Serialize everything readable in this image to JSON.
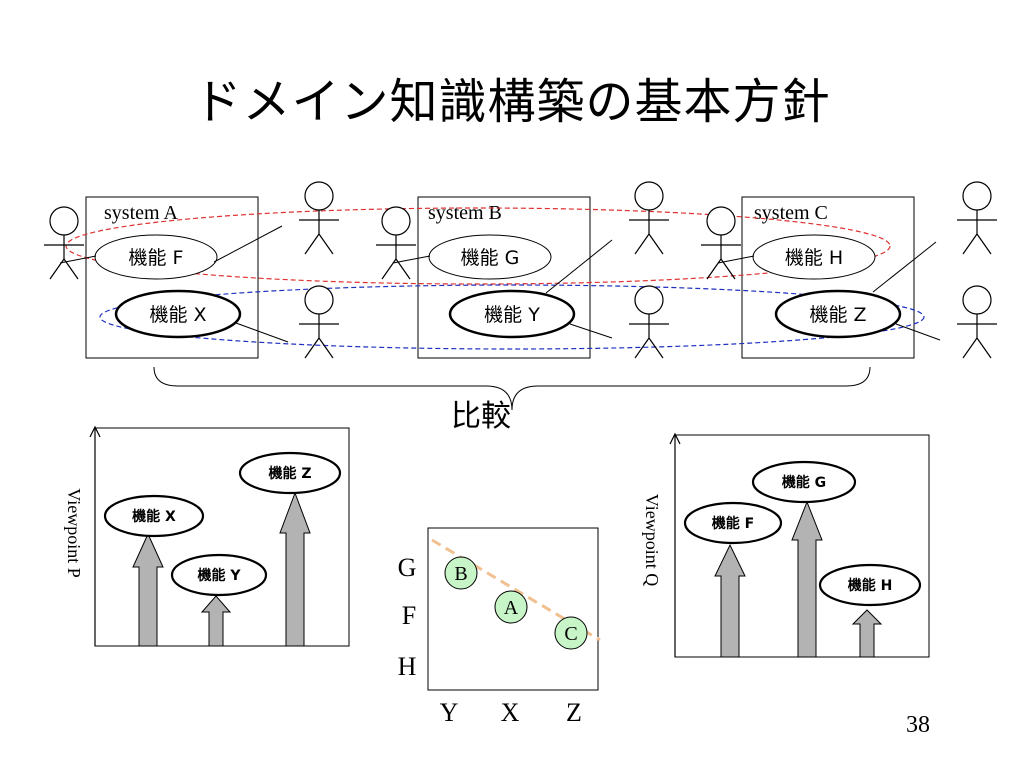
{
  "slide": {
    "title": "ドメイン知識構築の基本方針",
    "page_number": "38",
    "compare_label": "比較"
  },
  "systems": [
    {
      "label": "system A"
    },
    {
      "label": "system B"
    },
    {
      "label": "system C"
    }
  ],
  "functions_top": [
    {
      "label": "機能  F"
    },
    {
      "label": "機能  G"
    },
    {
      "label": "機能  H"
    }
  ],
  "functions_bottom": [
    {
      "label": "機能  X"
    },
    {
      "label": "機能  Y"
    },
    {
      "label": "機能  Z"
    }
  ],
  "viewpoint_p": {
    "axis_label": "Viewpoint P",
    "items": [
      {
        "label": "機能  X"
      },
      {
        "label": "機能  Y"
      },
      {
        "label": "機能  Z"
      }
    ]
  },
  "viewpoint_q": {
    "axis_label": "Viewpoint Q",
    "items": [
      {
        "label": "機能  F"
      },
      {
        "label": "機能  G"
      },
      {
        "label": "機能  H"
      }
    ]
  },
  "matrix": {
    "y_labels": [
      "G",
      "F",
      "H"
    ],
    "x_labels": [
      "Y",
      "X",
      "Z"
    ],
    "points": [
      {
        "label": "B"
      },
      {
        "label": "A"
      },
      {
        "label": "C"
      }
    ],
    "point_fill": "#c8f5c8",
    "trend_color": "#f0c090"
  },
  "colors": {
    "red_dash": "#e03030",
    "blue_dash": "#2030c0",
    "arrow_fill": "#b3b3b3"
  }
}
